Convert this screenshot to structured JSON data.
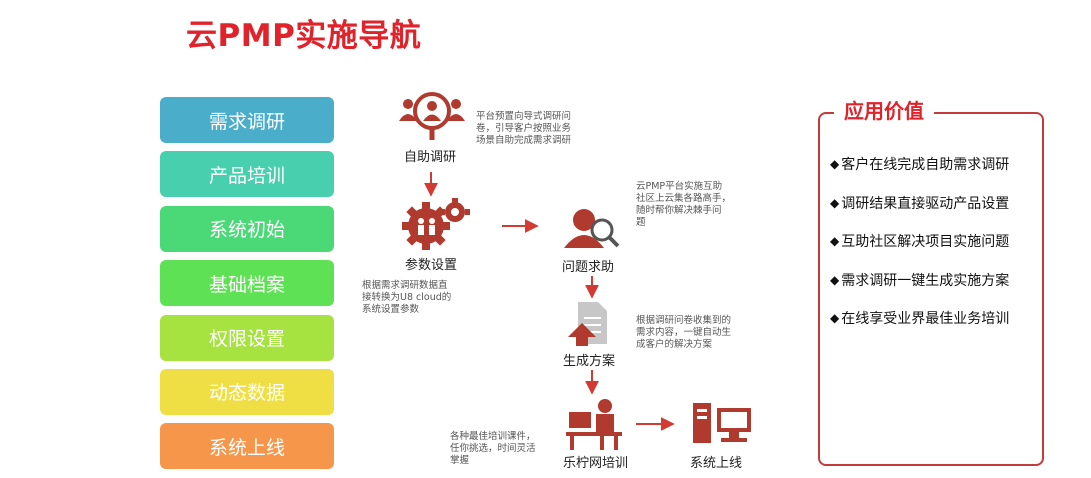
{
  "title": "云PMP实施导航",
  "steps": [
    {
      "label": "需求调研",
      "color": "#4aaecb"
    },
    {
      "label": "产品培训",
      "color": "#48d0ae"
    },
    {
      "label": "系统初始",
      "color": "#4bd978"
    },
    {
      "label": "基础档案",
      "color": "#5fe155"
    },
    {
      "label": "权限设置",
      "color": "#a6e340"
    },
    {
      "label": "动态数据",
      "color": "#f0df44"
    },
    {
      "label": "系统上线",
      "color": "#f5964a"
    }
  ],
  "flow": {
    "self_research": {
      "label": "自助调研",
      "note": [
        "平台预置向导式调研问",
        "卷，引导客户按照业务",
        "场景自助完成需求调研"
      ]
    },
    "param_setup": {
      "label": "参数设置",
      "note": [
        "根据需求调研数据直",
        "接转换为U8 cloud的",
        "系统设置参数"
      ]
    },
    "problem_help": {
      "label": "问题求助",
      "note": [
        "云PMP平台实施互助",
        "社区上云集各路高手，",
        "随时帮你解决棘手问",
        "题"
      ]
    },
    "generate_plan": {
      "label": "生成方案",
      "note": [
        "根据调研问卷收集到的",
        "需求内容，一键自动生",
        "成客户的解决方案"
      ]
    },
    "training": {
      "label": "乐柠网培训",
      "note": [
        "各种最佳培训课件，",
        "任你挑选，时间灵活",
        "掌握"
      ]
    },
    "go_live": {
      "label": "系统上线"
    }
  },
  "value_panel": {
    "title": "应用价值",
    "bullet": "◆",
    "items": [
      "客户在线完成自助需求调研",
      "调研结果直接驱动产品设置",
      "互助社区解决项目实施问题",
      "需求调研一键生成实施方案",
      "在线享受业界最佳业务培训"
    ]
  },
  "colors": {
    "accent": "#e0222b",
    "icon": "#b03a2e",
    "panel_border": "#c33b3b"
  },
  "icons": {
    "self_research": "people-search-icon",
    "param_setup": "gears-people-icon",
    "problem_help": "person-magnifier-icon",
    "generate_plan": "document-upload-icon",
    "training": "person-at-desk-icon",
    "go_live": "computer-icon"
  }
}
